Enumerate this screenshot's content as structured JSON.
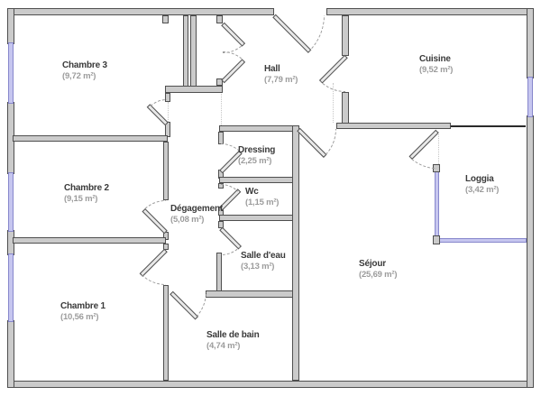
{
  "plan": {
    "rooms": [
      {
        "name": "Chambre 3",
        "area": "(9,72 m²)"
      },
      {
        "name": "Hall",
        "area": "(7,79 m²)"
      },
      {
        "name": "Cuisine",
        "area": "(9,52 m²)"
      },
      {
        "name": "Dressing",
        "area": "(2,25 m²)"
      },
      {
        "name": "Chambre 2",
        "area": "(9,15 m²)"
      },
      {
        "name": "Wc",
        "area": "(1,15 m²)"
      },
      {
        "name": "Dégagement",
        "area": "(5,08 m²)"
      },
      {
        "name": "Salle d'eau",
        "area": "(3,13 m²)"
      },
      {
        "name": "Loggia",
        "area": "(3,42 m²)"
      },
      {
        "name": "Séjour",
        "area": "(25,69 m²)"
      },
      {
        "name": "Chambre 1",
        "area": "(10,56 m²)"
      },
      {
        "name": "Salle de bain",
        "area": "(4,74 m²)"
      }
    ],
    "colors": {
      "wall_fill": "#cbcbcb",
      "wall_edge": "#4f4f4f",
      "window_fill": "#c6c6ef",
      "window_edge": "#8787cc",
      "leaf_fill": "#e8e8e8",
      "arc_color": "#9a9a9a",
      "boundary_color": "#c5c5c5",
      "thin_line": "#2a2a2a",
      "name_color": "#3a3a3a",
      "area_color": "#9c9c9c"
    }
  }
}
